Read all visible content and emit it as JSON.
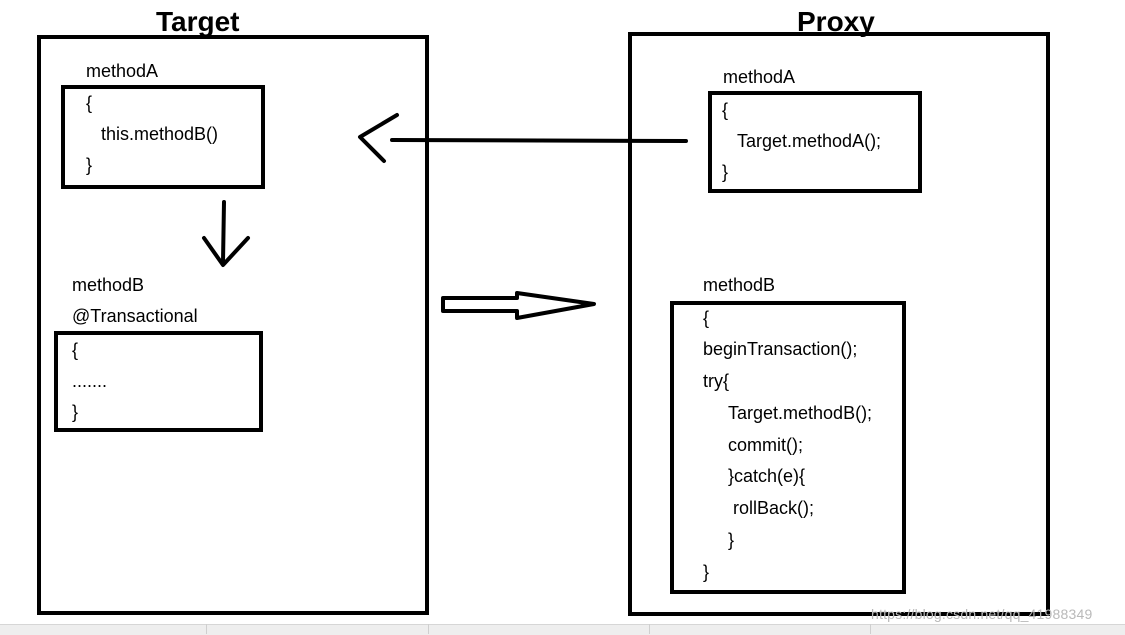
{
  "target": {
    "title": "Target",
    "methodA": {
      "name": "methodA",
      "lines": [
        "{",
        "this.methodB()",
        "}"
      ]
    },
    "methodB": {
      "name": "methodB",
      "annotation": "@Transactional",
      "lines": [
        "{",
        ".......",
        "}"
      ]
    }
  },
  "proxy": {
    "title": "Proxy",
    "methodA": {
      "name": "methodA",
      "lines": [
        "{",
        "Target.methodA();",
        "}"
      ]
    },
    "methodB": {
      "name": "methodB",
      "lines": [
        "{",
        "beginTransaction();",
        "try{",
        "Target.methodB();",
        "commit();",
        "}catch(e){",
        "rollBack();",
        "}",
        "}"
      ]
    }
  },
  "watermark": "https://blog.csdn.net/qq_41988349"
}
